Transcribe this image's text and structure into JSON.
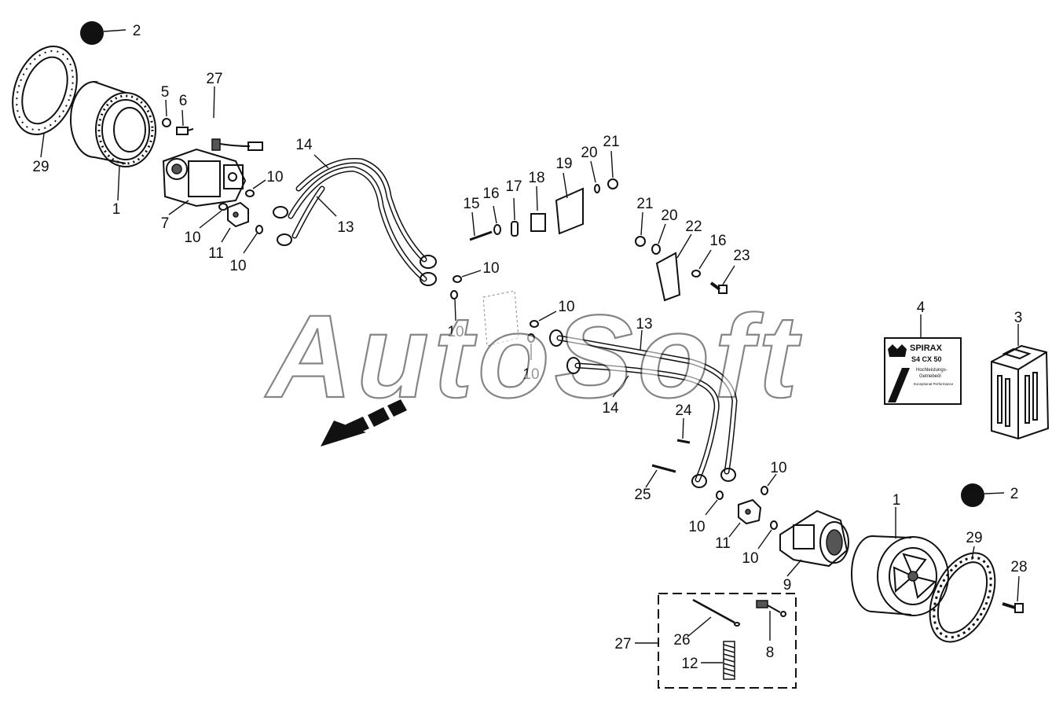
{
  "watermark": "AutoSoft",
  "label_card": {
    "brand": "SPIRAX",
    "grade": "S4 CX 50",
    "line1": "Hochleistungs-",
    "line2": "Getriebeöl",
    "line3": "Exceptional Performance"
  },
  "callouts": {
    "c2a": "2",
    "c29a": "29",
    "c1a": "1",
    "c27a": "27",
    "c5": "5",
    "c6": "6",
    "c7": "7",
    "c10a": "10",
    "c10b": "10",
    "c10c": "10",
    "c11a": "11",
    "c14a": "14",
    "c13a": "13",
    "c15": "15",
    "c16a": "16",
    "c17": "17",
    "c18": "18",
    "c19": "19",
    "c20a": "20",
    "c21a": "21",
    "c21b": "21",
    "c20b": "20",
    "c22": "22",
    "c16b": "16",
    "c23": "23",
    "c10d": "10",
    "c10e": "10",
    "c10f": "10",
    "c10g": "10",
    "c13b": "13",
    "c14b": "14",
    "c24": "24",
    "c25": "25",
    "c10h": "10",
    "c10i": "10",
    "c11b": "11",
    "c10j": "10",
    "c9": "9",
    "c4": "4",
    "c3": "3",
    "c2b": "2",
    "c1b": "1",
    "c29b": "29",
    "c28": "28",
    "c27b": "27",
    "c26": "26",
    "c8": "8",
    "c12": "12"
  }
}
